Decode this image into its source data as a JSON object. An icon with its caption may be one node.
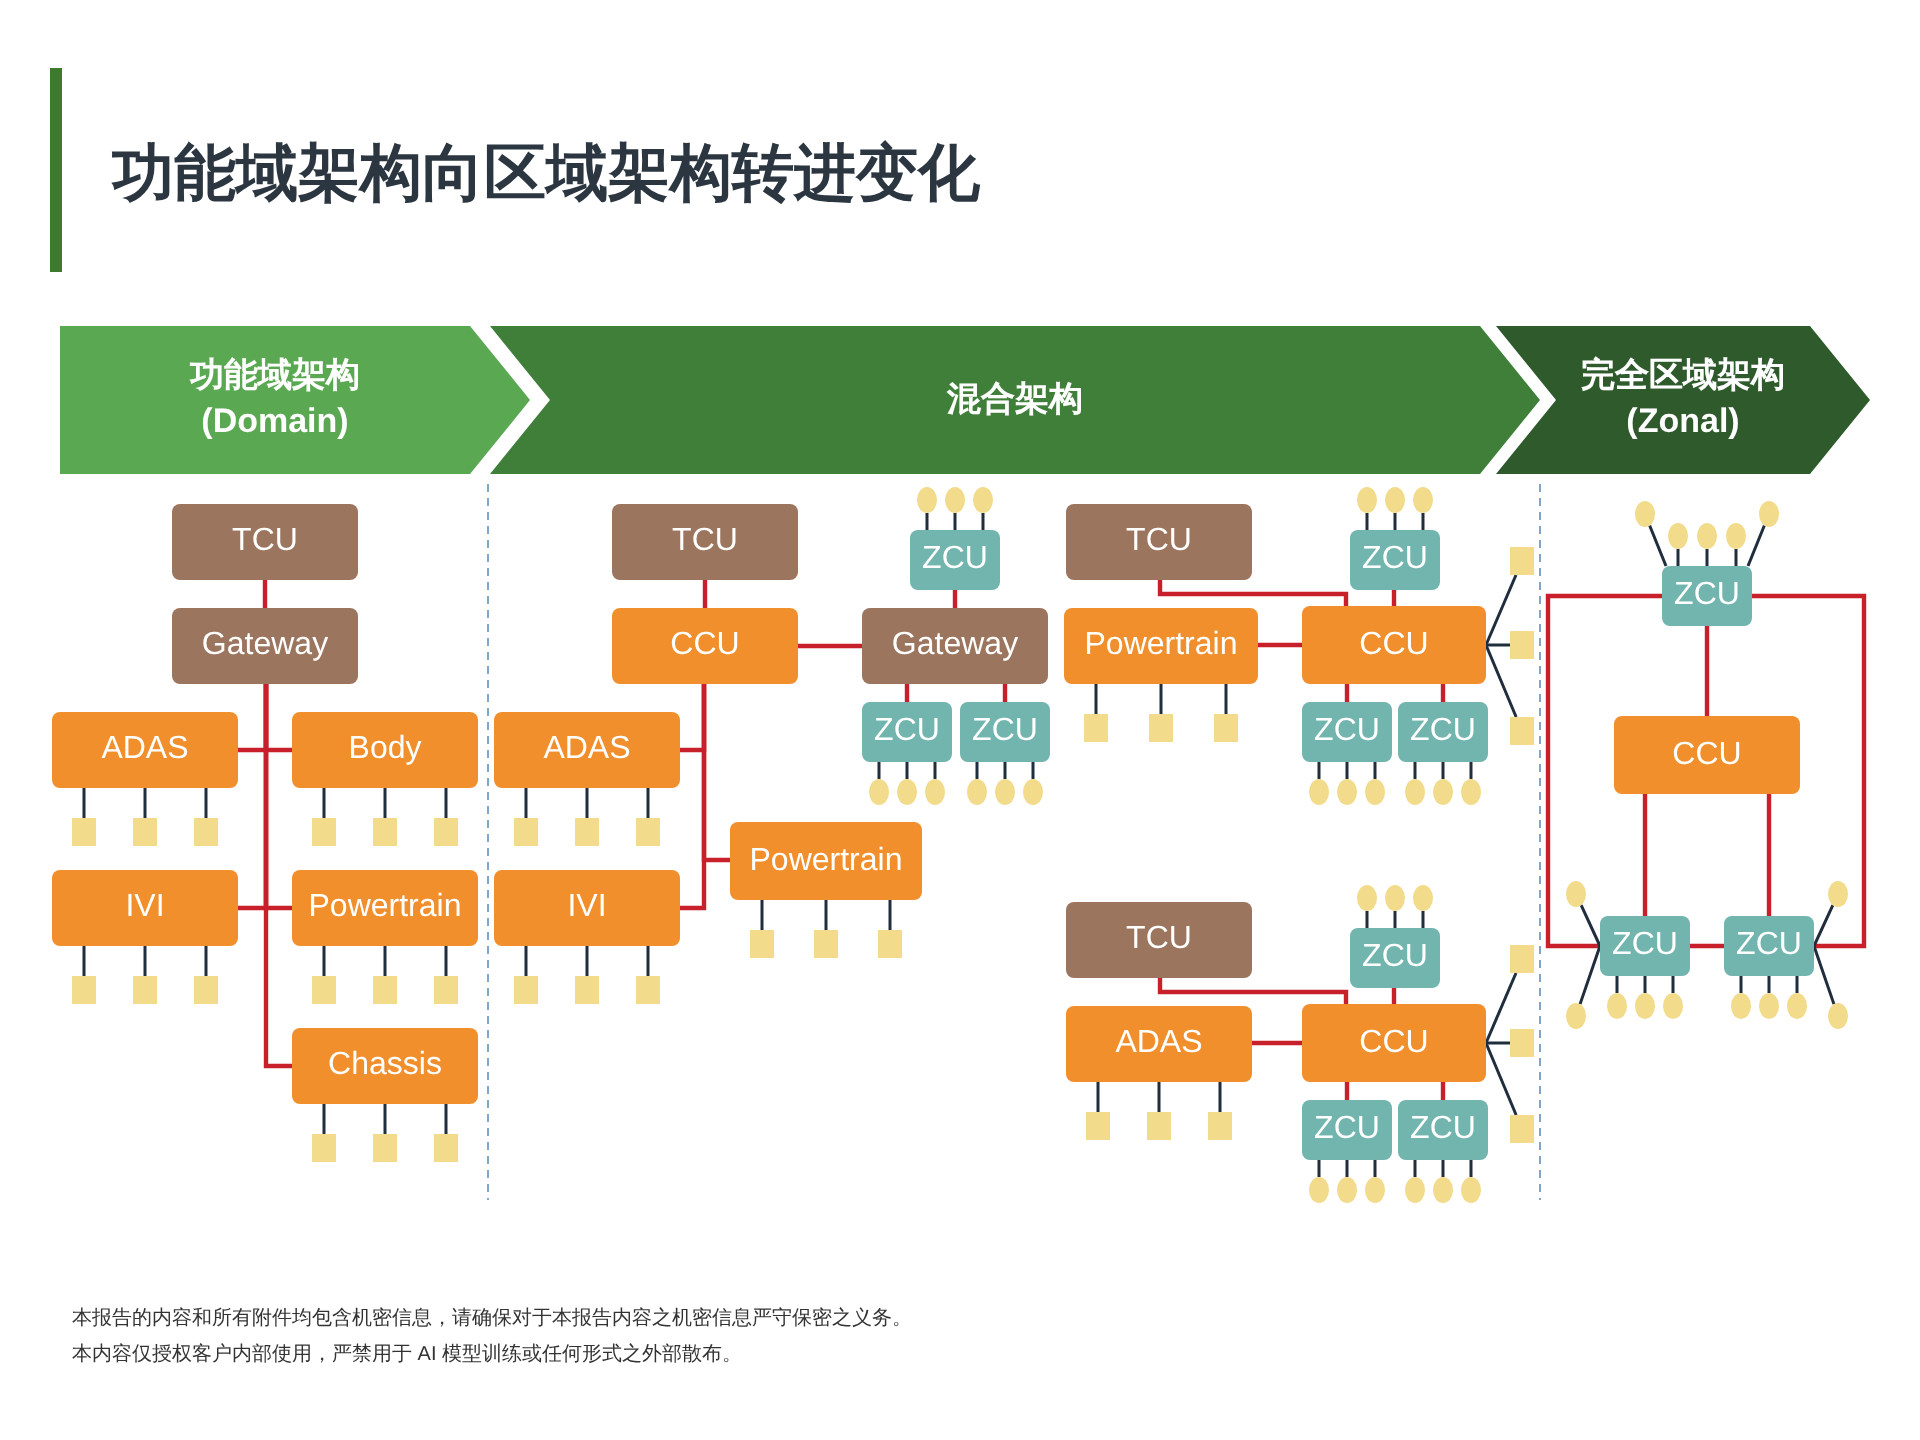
{
  "diagram": {
    "title": "功能域架构向区域架构转进变化",
    "nodes": [
      {
        "text": [
          "功能域架构 (Domain)"
        ]
      },
      {
        "text": [
          "混合架构"
        ]
      },
      {
        "text": [
          "完全区域架构 (Zonal)"
        ]
      },
      {
        "text": [
          "TCU"
        ]
      },
      {
        "text": [
          "Gateway"
        ]
      },
      {
        "text": [
          "ADAS"
        ]
      },
      {
        "text": [
          "Body"
        ]
      },
      {
        "text": [
          "IVI"
        ]
      },
      {
        "text": [
          "Powertrain"
        ]
      },
      {
        "text": [
          "Chassis"
        ]
      },
      {
        "text": [
          "TCU"
        ]
      },
      {
        "text": [
          "CCU"
        ]
      },
      {
        "text": [
          "ZCU"
        ]
      },
      {
        "text": [
          "Gateway"
        ]
      },
      {
        "text": [
          "ZCU"
        ]
      },
      {
        "text": [
          "ZCU"
        ]
      },
      {
        "text": [
          "ADAS"
        ]
      },
      {
        "text": [
          "Powertrain"
        ]
      },
      {
        "text": [
          "IVI"
        ]
      },
      {
        "text": [
          "TCU"
        ]
      },
      {
        "text": [
          "ZCU"
        ]
      },
      {
        "text": [
          "Powertrain"
        ]
      },
      {
        "text": [
          "CCU"
        ]
      },
      {
        "text": [
          "ZCU"
        ]
      },
      {
        "text": [
          "ZCU"
        ]
      },
      {
        "text": [
          "TCU"
        ]
      },
      {
        "text": [
          "ZCU"
        ]
      },
      {
        "text": [
          "ADAS"
        ]
      },
      {
        "text": [
          "CCU"
        ]
      },
      {
        "text": [
          "ZCU"
        ]
      },
      {
        "text": [
          "ZCU"
        ]
      },
      {
        "text": [
          "ZCU"
        ]
      },
      {
        "text": [
          "CCU"
        ]
      },
      {
        "text": [
          "ZCU"
        ]
      },
      {
        "text": [
          "ZCU"
        ]
      },
      {
        "text": [],
        "shape": "box"
      },
      {
        "text": [],
        "shape": "box"
      },
      {
        "text": [],
        "shape": "box"
      },
      {
        "text": [],
        "shape": "box"
      },
      {
        "text": [],
        "shape": "box"
      },
      {
        "text": [],
        "shape": "box"
      },
      {
        "text": [],
        "shape": "box"
      },
      {
        "text": [],
        "shape": "box"
      },
      {
        "text": [],
        "shape": "box"
      },
      {
        "text": [],
        "shape": "box"
      },
      {
        "text": [],
        "shape": "box"
      },
      {
        "text": [],
        "shape": "box"
      },
      {
        "text": [],
        "shape": "box"
      },
      {
        "text": [],
        "shape": "box"
      },
      {
        "text": [],
        "shape": "box"
      },
      {
        "text": [],
        "shape": "circle"
      },
      {
        "text": [],
        "shape": "circle"
      },
      {
        "text": [],
        "shape": "circle"
      },
      {
        "text": [],
        "shape": "circle"
      },
      {
        "text": [],
        "shape": "circle"
      },
      {
        "text": [],
        "shape": "circle"
      },
      {
        "text": [],
        "shape": "circle"
      },
      {
        "text": [],
        "shape": "circle"
      },
      {
        "text": [],
        "shape": "circle"
      },
      {
        "text": [],
        "shape": "box"
      },
      {
        "text": [],
        "shape": "box"
      },
      {
        "text": [],
        "shape": "box"
      },
      {
        "text": [],
        "shape": "box"
      },
      {
        "text": [],
        "shape": "box"
      },
      {
        "text": [],
        "shape": "box"
      },
      {
        "text": [],
        "shape": "box"
      },
      {
        "text": [],
        "shape": "box"
      },
      {
        "text": [],
        "shape": "box"
      },
      {
        "text": [],
        "shape": "circle"
      },
      {
        "text": [],
        "shape": "circle"
      },
      {
        "text": [],
        "shape": "circle"
      },
      {
        "text": [],
        "shape": "box"
      },
      {
        "text": [],
        "shape": "box"
      },
      {
        "text": [],
        "shape": "box"
      },
      {
        "text": [],
        "shape": "box"
      },
      {
        "text": [],
        "shape": "box"
      },
      {
        "text": [],
        "shape": "box"
      },
      {
        "text": [],
        "shape": "circle"
      },
      {
        "text": [],
        "shape": "circle"
      },
      {
        "text": [],
        "shape": "circle"
      },
      {
        "text": [],
        "shape": "circle"
      },
      {
        "text": [],
        "shape": "circle"
      },
      {
        "text": [],
        "shape": "circle"
      },
      {
        "text": [],
        "shape": "circle"
      },
      {
        "text": [],
        "shape": "circle"
      },
      {
        "text": [],
        "shape": "circle"
      },
      {
        "text": [],
        "shape": "box"
      },
      {
        "text": [],
        "shape": "box"
      },
      {
        "text": [],
        "shape": "box"
      },
      {
        "text": [],
        "shape": "box"
      },
      {
        "text": [],
        "shape": "box"
      },
      {
        "text": [],
        "shape": "box"
      },
      {
        "text": [],
        "shape": "circle"
      },
      {
        "text": [],
        "shape": "circle"
      },
      {
        "text": [],
        "shape": "circle"
      },
      {
        "text": [],
        "shape": "circle"
      },
      {
        "text": [],
        "shape": "circle"
      },
      {
        "text": [],
        "shape": "circle"
      },
      {
        "text": [],
        "shape": "circle"
      },
      {
        "text": [],
        "shape": "circle"
      },
      {
        "text": [],
        "shape": "circle"
      },
      {
        "text": [],
        "shape": "circle"
      },
      {
        "text": [],
        "shape": "circle"
      },
      {
        "text": [],
        "shape": "circle"
      },
      {
        "text": [],
        "shape": "circle"
      },
      {
        "text": [],
        "shape": "circle"
      },
      {
        "text": [],
        "shape": "circle"
      },
      {
        "text": [],
        "shape": "circle"
      },
      {
        "text": [],
        "shape": "circle"
      },
      {
        "text": [],
        "shape": "circle"
      },
      {
        "text": [],
        "shape": "circle"
      },
      {
        "text": [],
        "shape": "circle"
      },
      {
        "text": [],
        "shape": "circle"
      }
    ],
    "edges": [
      {
        "from": 3,
        "to": 4,
        "arrow": "none",
        "color": "#c8202a"
      },
      {
        "from": 4,
        "to": 5,
        "arrow": "none",
        "color": "#c8202a"
      },
      {
        "from": 4,
        "to": 6,
        "arrow": "none",
        "color": "#c8202a"
      },
      {
        "from": 4,
        "to": 7,
        "arrow": "none",
        "color": "#c8202a"
      },
      {
        "from": 4,
        "to": 8,
        "arrow": "none",
        "color": "#c8202a"
      },
      {
        "from": 4,
        "to": 9,
        "arrow": "none",
        "color": "#c8202a"
      },
      {
        "from": 10,
        "to": 11,
        "arrow": "none",
        "color": "#c8202a"
      },
      {
        "from": 11,
        "to": 13,
        "arrow": "none",
        "color": "#c8202a"
      },
      {
        "from": 12,
        "to": 13,
        "arrow": "none",
        "color": "#c8202a"
      },
      {
        "from": 13,
        "to": 14,
        "arrow": "none",
        "color": "#c8202a"
      },
      {
        "from": 13,
        "to": 15,
        "arrow": "none",
        "color": "#c8202a"
      },
      {
        "from": 11,
        "to": 16,
        "arrow": "none",
        "color": "#c8202a"
      },
      {
        "from": 11,
        "to": 17,
        "arrow": "none",
        "color": "#c8202a"
      },
      {
        "from": 11,
        "to": 18,
        "arrow": "none",
        "color": "#c8202a"
      },
      {
        "from": 19,
        "to": 22,
        "arrow": "none",
        "color": "#c8202a"
      },
      {
        "from": 20,
        "to": 22,
        "arrow": "none",
        "color": "#c8202a"
      },
      {
        "from": 21,
        "to": 22,
        "arrow": "none",
        "color": "#c8202a"
      },
      {
        "from": 22,
        "to": 23,
        "arrow": "none",
        "color": "#c8202a"
      },
      {
        "from": 22,
        "to": 24,
        "arrow": "none",
        "color": "#c8202a"
      },
      {
        "from": 25,
        "to": 28,
        "arrow": "none",
        "color": "#c8202a"
      },
      {
        "from": 26,
        "to": 28,
        "arrow": "none",
        "color": "#c8202a"
      },
      {
        "from": 27,
        "to": 28,
        "arrow": "none",
        "color": "#c8202a"
      },
      {
        "from": 28,
        "to": 29,
        "arrow": "none",
        "color": "#c8202a"
      },
      {
        "from": 28,
        "to": 30,
        "arrow": "none",
        "color": "#c8202a"
      },
      {
        "from": 31,
        "to": 32,
        "arrow": "none",
        "color": "#c8202a"
      },
      {
        "from": 32,
        "to": 33,
        "arrow": "none",
        "color": "#c8202a"
      },
      {
        "from": 32,
        "to": 34,
        "arrow": "none",
        "color": "#c8202a"
      },
      {
        "from": 33,
        "to": 34,
        "arrow": "none",
        "color": "#c8202a"
      },
      {
        "from": 31,
        "to": 33,
        "arrow": "none",
        "color": "#c8202a"
      },
      {
        "from": 31,
        "to": 34,
        "arrow": "none",
        "color": "#c8202a"
      },
      {
        "from": 5,
        "to": 35,
        "arrow": "none"
      },
      {
        "from": 5,
        "to": 36,
        "arrow": "none"
      },
      {
        "from": 5,
        "to": 37,
        "arrow": "none"
      },
      {
        "from": 6,
        "to": 38,
        "arrow": "none"
      },
      {
        "from": 6,
        "to": 39,
        "arrow": "none"
      },
      {
        "from": 6,
        "to": 40,
        "arrow": "none"
      },
      {
        "from": 7,
        "to": 41,
        "arrow": "none"
      },
      {
        "from": 7,
        "to": 42,
        "arrow": "none"
      },
      {
        "from": 7,
        "to": 43,
        "arrow": "none"
      },
      {
        "from": 8,
        "to": 44,
        "arrow": "none"
      },
      {
        "from": 8,
        "to": 45,
        "arrow": "none"
      },
      {
        "from": 8,
        "to": 46,
        "arrow": "none"
      },
      {
        "from": 9,
        "to": 47,
        "arrow": "none"
      },
      {
        "from": 9,
        "to": 48,
        "arrow": "none"
      },
      {
        "from": 9,
        "to": 49,
        "arrow": "none"
      },
      {
        "from": 12,
        "to": 50,
        "arrow": "none"
      },
      {
        "from": 12,
        "to": 51,
        "arrow": "none"
      },
      {
        "from": 12,
        "to": 52,
        "arrow": "none"
      },
      {
        "from": 14,
        "to": 53,
        "arrow": "none"
      },
      {
        "from": 14,
        "to": 54,
        "arrow": "none"
      },
      {
        "from": 14,
        "to": 55,
        "arrow": "none"
      },
      {
        "from": 15,
        "to": 56,
        "arrow": "none"
      },
      {
        "from": 15,
        "to": 57,
        "arrow": "none"
      },
      {
        "from": 15,
        "to": 58,
        "arrow": "none"
      },
      {
        "from": 16,
        "to": 59,
        "arrow": "none"
      },
      {
        "from": 16,
        "to": 60,
        "arrow": "none"
      },
      {
        "from": 16,
        "to": 61,
        "arrow": "none"
      },
      {
        "from": 17,
        "to": 62,
        "arrow": "none"
      },
      {
        "from": 17,
        "to": 63,
        "arrow": "none"
      },
      {
        "from": 17,
        "to": 64,
        "arrow": "none"
      },
      {
        "from": 18,
        "to": 65,
        "arrow": "none"
      },
      {
        "from": 18,
        "to": 66,
        "arrow": "none"
      },
      {
        "from": 18,
        "to": 67,
        "arrow": "none"
      },
      {
        "from": 20,
        "to": 68,
        "arrow": "none"
      },
      {
        "from": 20,
        "to": 69,
        "arrow": "none"
      },
      {
        "from": 20,
        "to": 70,
        "arrow": "none"
      },
      {
        "from": 21,
        "to": 71,
        "arrow": "none"
      },
      {
        "from": 21,
        "to": 72,
        "arrow": "none"
      },
      {
        "from": 21,
        "to": 73,
        "arrow": "none"
      },
      {
        "from": 22,
        "to": 74,
        "arrow": "none"
      },
      {
        "from": 22,
        "to": 75,
        "arrow": "none"
      },
      {
        "from": 22,
        "to": 76,
        "arrow": "none"
      },
      {
        "from": 23,
        "to": 77,
        "arrow": "none"
      },
      {
        "from": 23,
        "to": 78,
        "arrow": "none"
      },
      {
        "from": 23,
        "to": 79,
        "arrow": "none"
      },
      {
        "from": 24,
        "to": 80,
        "arrow": "none"
      },
      {
        "from": 24,
        "to": 81,
        "arrow": "none"
      },
      {
        "from": 24,
        "to": 82,
        "arrow": "none"
      },
      {
        "from": 26,
        "to": 83,
        "arrow": "none"
      },
      {
        "from": 26,
        "to": 84,
        "arrow": "none"
      },
      {
        "from": 26,
        "to": 85,
        "arrow": "none"
      },
      {
        "from": 27,
        "to": 86,
        "arrow": "none"
      },
      {
        "from": 27,
        "to": 87,
        "arrow": "none"
      },
      {
        "from": 27,
        "to": 88,
        "arrow": "none"
      },
      {
        "from": 28,
        "to": 89,
        "arrow": "none"
      },
      {
        "from": 28,
        "to": 90,
        "arrow": "none"
      },
      {
        "from": 28,
        "to": 91,
        "arrow": "none"
      },
      {
        "from": 29,
        "to": 92,
        "arrow": "none"
      },
      {
        "from": 29,
        "to": 93,
        "arrow": "none"
      },
      {
        "from": 29,
        "to": 94,
        "arrow": "none"
      },
      {
        "from": 30,
        "to": 95,
        "arrow": "none"
      },
      {
        "from": 30,
        "to": 96,
        "arrow": "none"
      },
      {
        "from": 30,
        "to": 97,
        "arrow": "none"
      },
      {
        "from": 31,
        "to": 98,
        "arrow": "none"
      },
      {
        "from": 31,
        "to": 99,
        "arrow": "none"
      },
      {
        "from": 31,
        "to": 100,
        "arrow": "none"
      },
      {
        "from": 31,
        "to": 101,
        "arrow": "none"
      },
      {
        "from": 31,
        "to": 102,
        "arrow": "none"
      },
      {
        "from": 33,
        "to": 103,
        "arrow": "none"
      },
      {
        "from": 33,
        "to": 104,
        "arrow": "none"
      },
      {
        "from": 33,
        "to": 105,
        "arrow": "none"
      },
      {
        "from": 33,
        "to": 106,
        "arrow": "none"
      },
      {
        "from": 33,
        "to": 107,
        "arrow": "none"
      },
      {
        "from": 34,
        "to": 108,
        "arrow": "none"
      },
      {
        "from": 34,
        "to": 109,
        "arrow": "none"
      },
      {
        "from": 34,
        "to": 110,
        "arrow": "none"
      },
      {
        "from": 34,
        "to": 111,
        "arrow": "none"
      },
      {
        "from": 34,
        "to": 112,
        "arrow": "none"
      }
    ],
    "labels": [
      "本报告的内容和所有附件均包含机密信息，请确保对于本报告内容之机密信息严守保密之义务。",
      "本内容仅授权客户内部使用，严禁用于 AI 模型训练或任何形式之外部散布。"
    ]
  }
}
